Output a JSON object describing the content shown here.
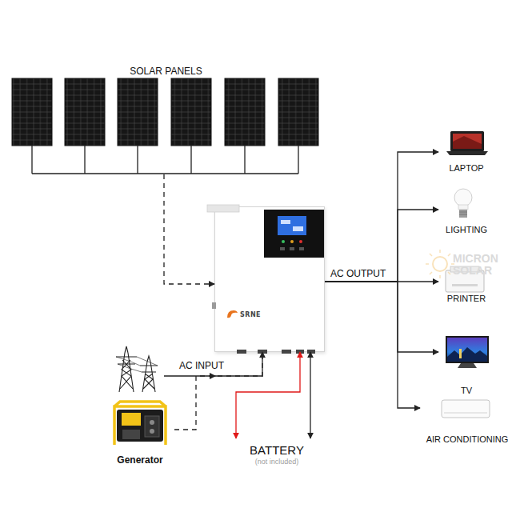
{
  "diagram": {
    "nodes": [
      {
        "text": [
          "SOLAR PANELS"
        ]
      },
      {
        "text": [
          "SRNE"
        ]
      },
      {
        "text": [
          "Generator"
        ]
      },
      {
        "text": [
          "BATTERY",
          "(not included)"
        ]
      },
      {
        "text": [
          "LAPTOP"
        ]
      },
      {
        "text": [
          "LIGHTING"
        ]
      },
      {
        "text": [
          "PRINTER"
        ]
      },
      {
        "text": [
          "TV"
        ]
      },
      {
        "text": [
          "AIR CONDITIONING"
        ]
      }
    ],
    "edges": [
      {
        "from": 0,
        "to": 1,
        "arrow": "to"
      },
      {
        "from": 2,
        "to": 1,
        "label": "AC INPUT",
        "arrow": "to"
      },
      {
        "from": 1,
        "to": 3,
        "arrow": "both"
      },
      {
        "from": 1,
        "to": 3,
        "arrow": "both"
      },
      {
        "from": 1,
        "to": 4,
        "arrow": "to"
      },
      {
        "from": 1,
        "to": 5,
        "arrow": "to"
      },
      {
        "from": 1,
        "to": 6,
        "label": "AC OUTPUT",
        "arrow": "to"
      },
      {
        "from": 1,
        "to": 7,
        "arrow": "to"
      },
      {
        "from": 1,
        "to": 8,
        "arrow": "to"
      }
    ],
    "labels": [
      "MICRON SOLAR"
    ]
  }
}
